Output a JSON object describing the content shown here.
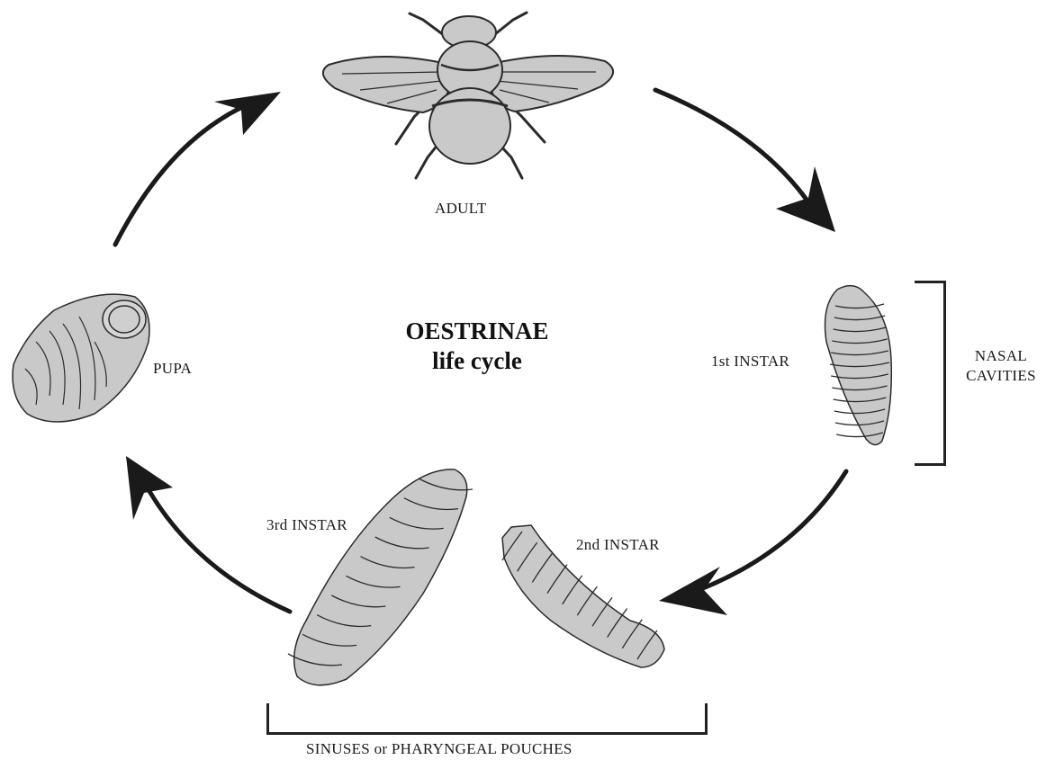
{
  "title": {
    "line1": "OESTRINAE",
    "line2": "life cycle"
  },
  "stages": {
    "adult": "ADULT",
    "first_instar": "1st INSTAR",
    "second_instar": "2nd INSTAR",
    "third_instar": "3rd INSTAR",
    "pupa": "PUPA"
  },
  "locations": {
    "nasal_line1": "NASAL",
    "nasal_line2": "CAVITIES",
    "sinuses": "SINUSES or PHARYNGEAL POUCHES"
  },
  "colors": {
    "body_fill": "#c9c9c9",
    "outline": "#2b2b2b",
    "arrow": "#1a1a1a"
  }
}
